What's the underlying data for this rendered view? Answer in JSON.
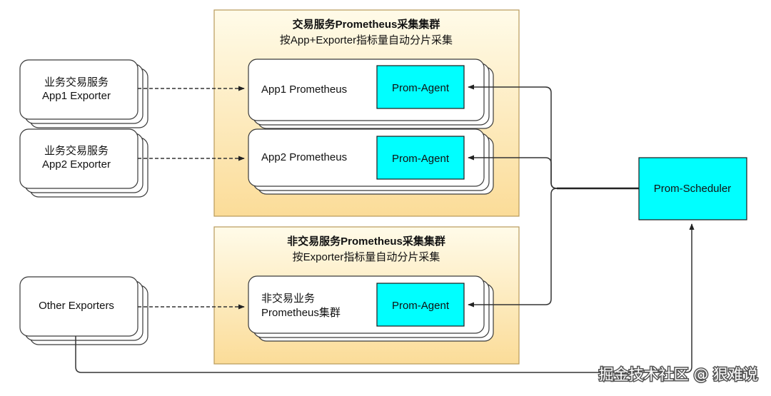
{
  "clusters": [
    {
      "title": "交易服务Prometheus采集集群",
      "subtitle": "按App+Exporter指标量自动分片采集"
    },
    {
      "title": "非交易服务Prometheus采集集群",
      "subtitle": "按Exporter指标量自动分片采集"
    }
  ],
  "exporters": [
    {
      "line1": "业务交易服务",
      "line2": "App1 Exporter"
    },
    {
      "line1": "业务交易服务",
      "line2": "App2 Exporter"
    },
    {
      "line1": "Other Exporters",
      "line2": ""
    }
  ],
  "prometheus": [
    {
      "line1": "App1 Prometheus",
      "line2": ""
    },
    {
      "line1": "App2 Prometheus",
      "line2": ""
    },
    {
      "line1": "非交易业务",
      "line2": "Prometheus集群"
    }
  ],
  "agent_label": "Prom-Agent",
  "scheduler_label": "Prom-Scheduler",
  "watermark": "掘金技术社区 @ 狠难说"
}
